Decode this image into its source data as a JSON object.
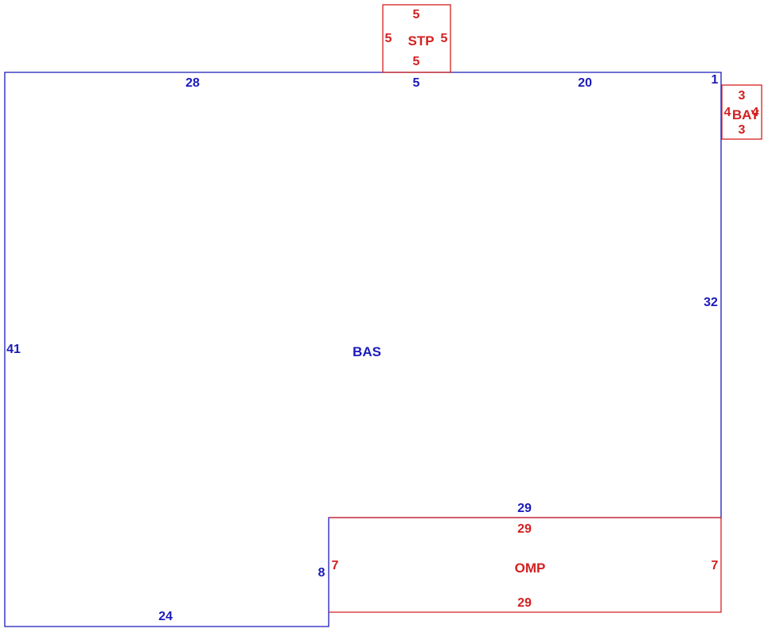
{
  "colors": {
    "main": "#1a1aba",
    "addon": "#d42020",
    "background": "#ffffff"
  },
  "areas": {
    "bas": {
      "name": "BAS",
      "sides": {
        "top_left": "28",
        "top_mid": "5",
        "top_right": "20",
        "corner": "1",
        "right": "32",
        "inner_top": "29",
        "inner_left": "8",
        "bottom": "24",
        "left": "41"
      }
    },
    "stp": {
      "name": "STP",
      "sides": {
        "top": "5",
        "left": "5",
        "right": "5",
        "bottom": "5"
      }
    },
    "bay": {
      "name": "BAY",
      "sides": {
        "top": "3",
        "left": "4",
        "right": "4",
        "bottom": "3"
      }
    },
    "omp": {
      "name": "OMP",
      "sides": {
        "top": "29",
        "left": "7",
        "right": "7",
        "bottom": "29"
      }
    }
  }
}
